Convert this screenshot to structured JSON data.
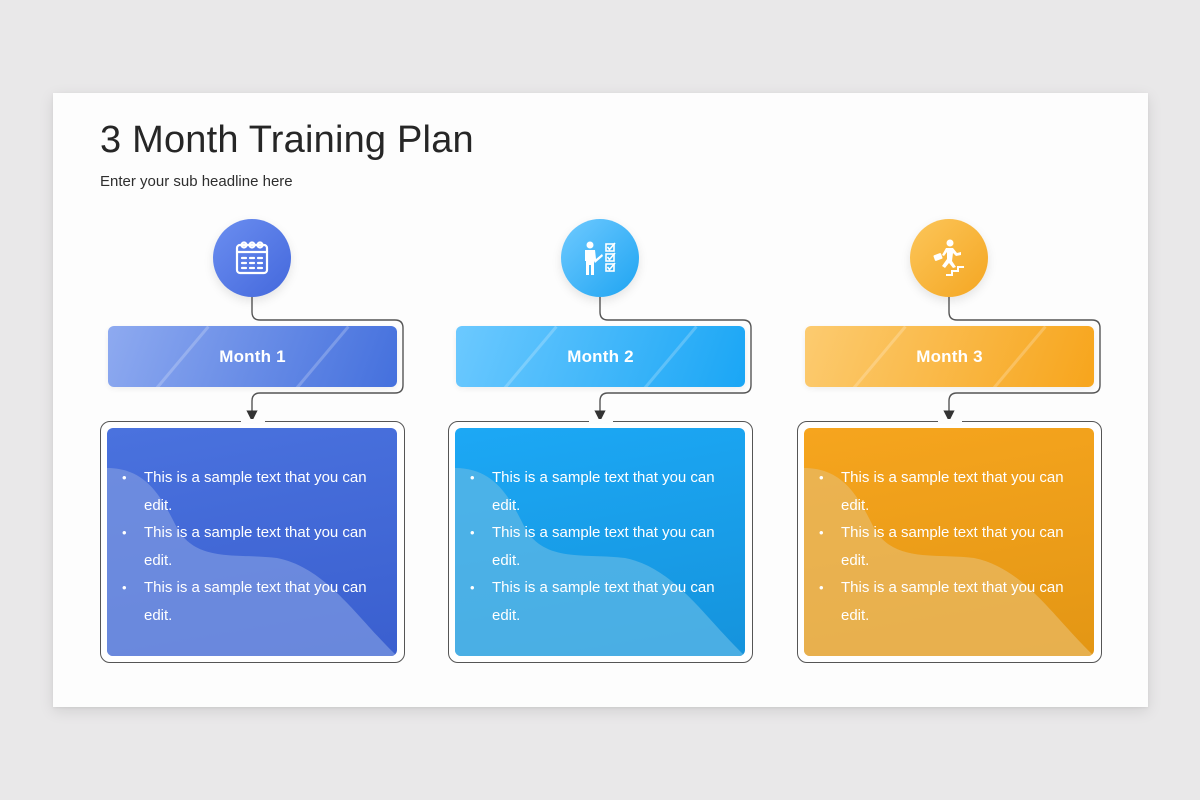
{
  "slide": {
    "title": "3 Month Training Plan",
    "subtitle": "Enter your sub headline here"
  },
  "columns": [
    {
      "label": "Month 1",
      "icon": "calendar-icon",
      "colors": {
        "circle_from": "#6b8ef0",
        "circle_to": "#4468dc",
        "bar_from": "#8eaaf0",
        "bar_to": "#4470dd",
        "box_from": "#4a72de",
        "box_to": "#3a5fcf",
        "wave": "#7a96e0"
      },
      "items": [
        "This is a sample text that you can edit.",
        "This is a sample text that you can edit.",
        "This is a sample text that you can edit."
      ]
    },
    {
      "label": "Month 2",
      "icon": "presenter-checklist-icon",
      "colors": {
        "circle_from": "#6fcaff",
        "circle_to": "#1ea4f2",
        "bar_from": "#6cc9ff",
        "bar_to": "#1aa6f5",
        "box_from": "#1ca8f5",
        "box_to": "#1593dc",
        "wave": "#5cb7e6"
      },
      "items": [
        "This is a sample text that you can edit.",
        "This is a sample text that you can edit.",
        "This is a sample text that you can edit."
      ]
    },
    {
      "label": "Month 3",
      "icon": "climbing-stairs-icon",
      "colors": {
        "circle_from": "#fcc65a",
        "circle_to": "#f4a622",
        "bar_from": "#fccb70",
        "bar_to": "#f7a51c",
        "box_from": "#f6a51e",
        "box_to": "#e39614",
        "wave": "#e8b862"
      },
      "items": [
        "This is a sample text that you can edit.",
        "This is a sample text that you can edit.",
        "This is a sample text that you can edit."
      ]
    }
  ]
}
